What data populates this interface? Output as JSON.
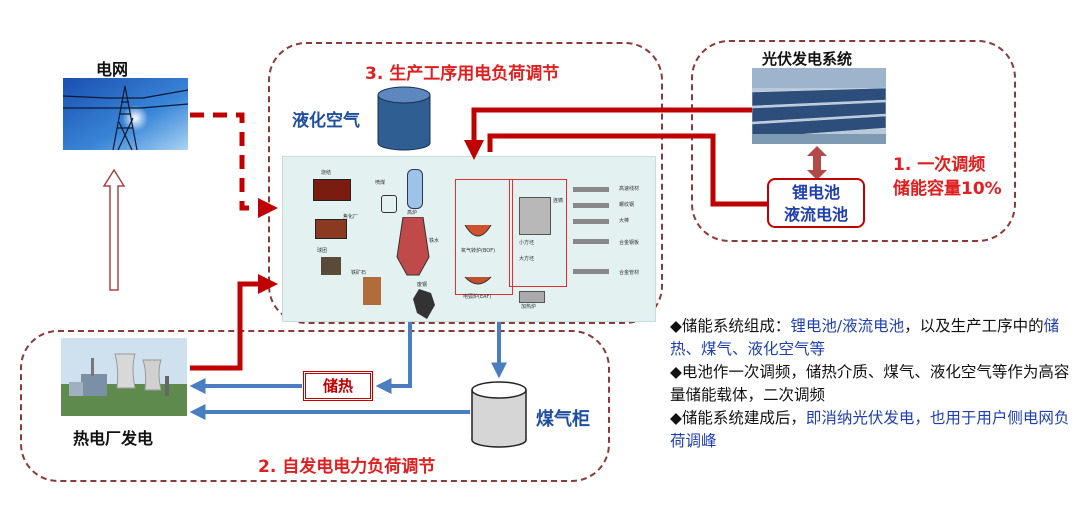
{
  "regions": {
    "production": {
      "title": "3. 生产工序用电负荷调节"
    },
    "solar": {
      "title": "光伏发电系统",
      "note_line1": "1. 一次调频",
      "note_line2": "储能容量10%"
    },
    "self_power": {
      "title": "2. 自发电电力负荷调节"
    }
  },
  "labels": {
    "grid": "电网",
    "liquid_air": "液化空气",
    "thermal_plant": "热电厂发电",
    "gas_holder": "煤气柜",
    "heat_storage": "储热",
    "battery_line1": "锂电池",
    "battery_line2": "液流电池"
  },
  "notes": [
    {
      "parts": [
        {
          "text": "◆储能系统组成：",
          "blue": false
        },
        {
          "text": "锂电池/液流电池",
          "blue": true
        },
        {
          "text": "，以及生产工序中的",
          "blue": false
        },
        {
          "text": "储热、煤气、液化空气等",
          "blue": true
        }
      ]
    },
    {
      "parts": [
        {
          "text": "◆电池作一次调频，储热介质、煤气、液化空气等作为高容量储能载体，二次调频",
          "blue": false
        }
      ]
    },
    {
      "parts": [
        {
          "text": "◆储能系统建成后，",
          "blue": false
        },
        {
          "text": "即消纳光伏发电，也用于用户侧电网负荷调峰",
          "blue": true
        }
      ]
    }
  ],
  "plant_labels": {
    "sinter": "烧结",
    "coke": "焦化厂",
    "pellet": "球团",
    "ore": "铁矿石",
    "coal": "喷煤",
    "blast_furnace": "高炉",
    "hot_metal": "铁水",
    "scrap": "废钢",
    "bof": "氧气转炉(BOF)",
    "eaf": "电弧炉(EAF)",
    "small_lf": "小方坯",
    "large_lf": "大方坯",
    "casting": "连铸",
    "heating": "加热炉",
    "p1": "高速线材",
    "p2": "螺纹钢",
    "p3": "大棒",
    "p4": "合金钢板",
    "p5": "合金管材"
  },
  "colors": {
    "dash": "#8B3A3A",
    "red_arrow": "#C00000",
    "blue_arrow": "#4A7EC0"
  }
}
